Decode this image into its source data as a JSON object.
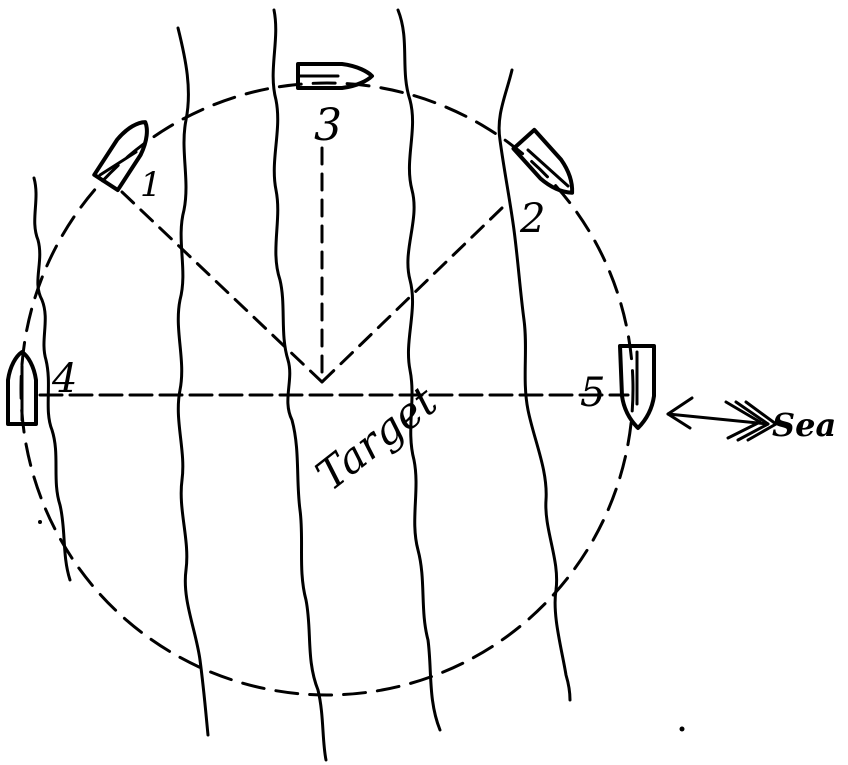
{
  "diagram": {
    "ink_color": "#000000",
    "background": "#ffffff",
    "target_label": "Target",
    "wind_label": "Sea",
    "boats": [
      {
        "number": "1"
      },
      {
        "number": "2"
      },
      {
        "number": "3"
      },
      {
        "number": "4"
      },
      {
        "number": "5"
      }
    ]
  }
}
